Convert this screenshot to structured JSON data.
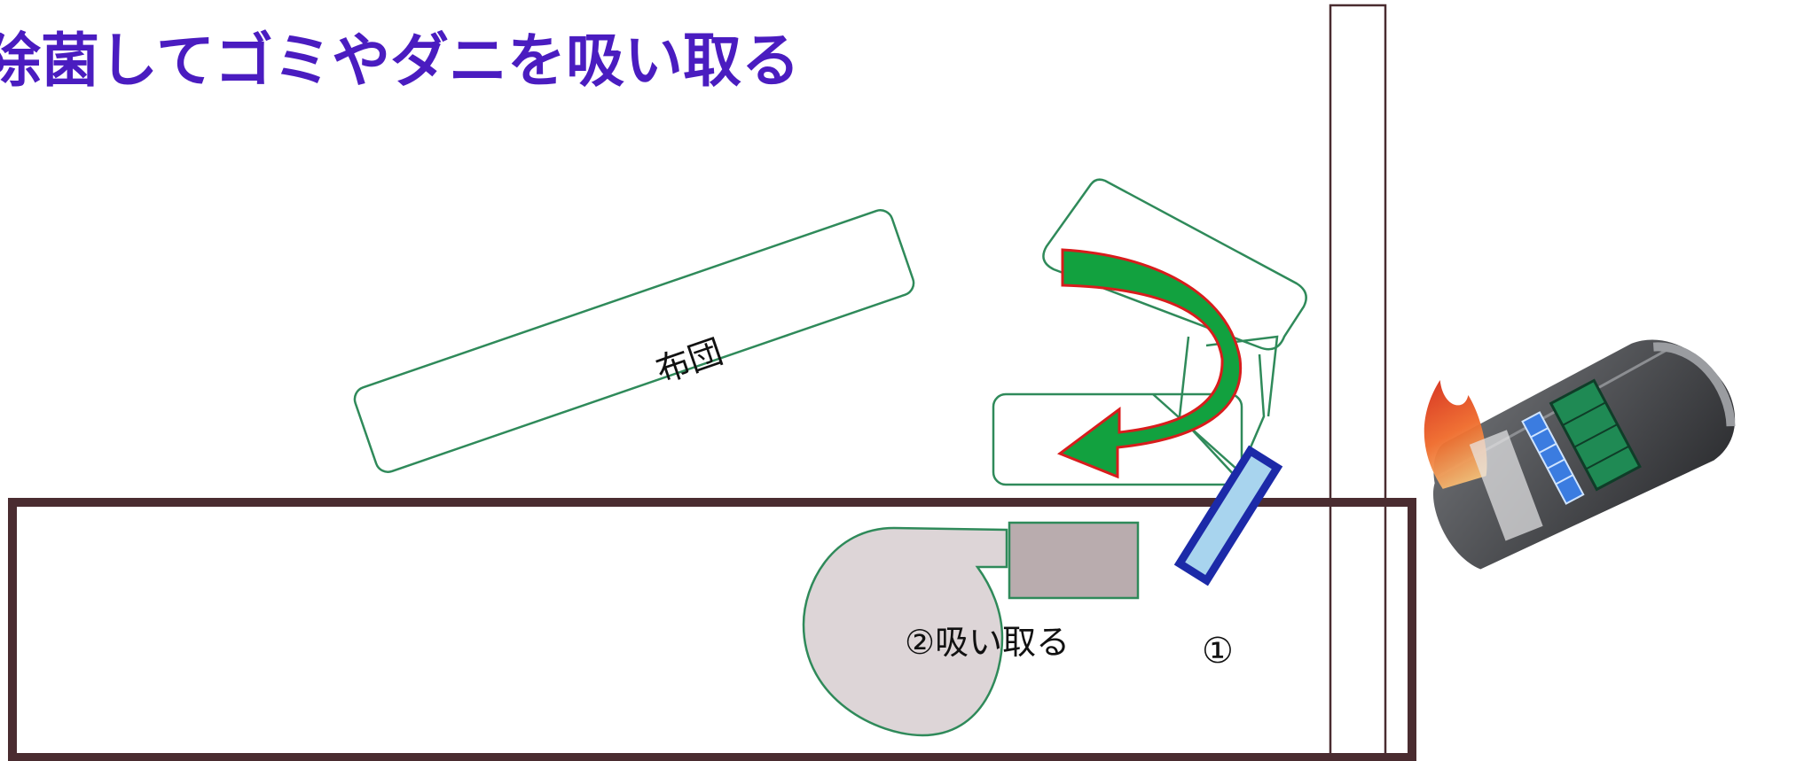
{
  "title": "除菌してゴミやダニを吸い取る",
  "labels": {
    "futon": "布団",
    "suction": "②吸い取る",
    "uv_lamp": "①"
  },
  "colors": {
    "title": "#4a1cc0",
    "futon_outline": "#2f8a5a",
    "arrow_fill": "#12a13f",
    "arrow_outline": "#d81c1c",
    "box_outline": "#4a2c30",
    "lamp_fill": "#a8d4ee",
    "lamp_outline": "#1c2aa8",
    "fan_fill": "#ddd5d7",
    "duct_fill": "#b9acae"
  },
  "icons": {
    "arrow": "curved-flip-arrow",
    "lamp": "uv-lamp-bar",
    "fan": "suction-fan-housing",
    "product": "handheld-futon-cleaner"
  }
}
